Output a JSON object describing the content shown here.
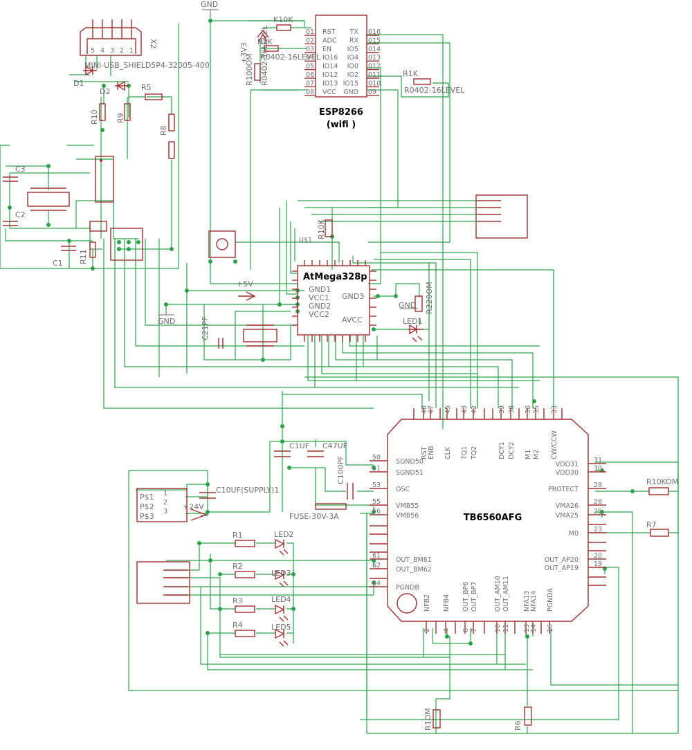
{
  "esp": {
    "name": "ESP8266",
    "sub": "(wifi )",
    "left_pins": [
      "RST",
      "ADC",
      "EN",
      "IO16",
      "IO14",
      "IO12",
      "IO13",
      "VCC"
    ],
    "left_nums": [
      "01",
      "02",
      "03",
      "04",
      "05",
      "06",
      "07",
      "08"
    ],
    "right_pins": [
      "TX",
      "RX",
      "IO5",
      "IO4",
      "IO0",
      "IO2",
      "IO15",
      "GND"
    ],
    "right_nums": [
      "016",
      "015",
      "014",
      "013",
      "012",
      "011",
      "010",
      "09"
    ]
  },
  "atmega": {
    "name": "AtMega328p",
    "tag": "U$1",
    "left_pins": [
      "GND1",
      "VCC1",
      "GND2",
      "VCC2"
    ],
    "right_pins": [
      "GND3",
      "AVCC"
    ]
  },
  "tb": {
    "name": "TB6560AFG",
    "top_nums": [
      "48",
      "47",
      "45",
      "43",
      "42",
      "39",
      "38",
      "36",
      "35",
      "33"
    ],
    "top_pins": [
      "RST",
      "ENB",
      "CLK",
      "TQ1",
      "TQ2",
      "DCY1",
      "DCY2",
      "M1",
      "M2",
      "CW/CCW"
    ],
    "left_pins": [
      "SGND50",
      "SGND51",
      "OSC",
      "VMB55",
      "VMB56",
      "OUT_BM61",
      "OUT_BM62",
      "PGNDB"
    ],
    "left_nums": [
      "50",
      "51",
      "53",
      "55",
      "56",
      "61",
      "62",
      "64"
    ],
    "right_pins": [
      "VDD31",
      "VDD30",
      "PROTECT",
      "VMA26",
      "VMA25",
      "M0",
      "OUT_AP20",
      "OUT_AP19"
    ],
    "right_nums": [
      "31",
      "30",
      "28",
      "26",
      "25",
      "23",
      "20",
      "19"
    ],
    "bottom_pins": [
      "NFB2",
      "NFB4",
      "OUT_BP6",
      "OUT_BP7",
      "OUT_AM10",
      "OUT_AM11",
      "NFA13",
      "NFA14",
      "PGNDA"
    ],
    "bottom_nums": [
      "2",
      "4",
      "6",
      "7",
      "10",
      "11",
      "13",
      "14",
      "16"
    ]
  },
  "usb": {
    "name": "X2",
    "part": "MINI-USB_SHIELD5P4-32005-400",
    "pins": [
      "5",
      "4",
      "3",
      "2",
      "1"
    ]
  },
  "labels": {
    "gnd_top": "GND",
    "gnd_mid": "GND",
    "gnd_right": "GND",
    "v33": "+3V3",
    "v5": "+5V",
    "v24": "+24V",
    "k10k": "K10K",
    "r1k_a": "R1K",
    "r0402_a": "R0402-16LEVEL",
    "r100om": "R100OM",
    "r0402_b": "R0402-16LEVEL",
    "r1k_b": "R1K",
    "r0402_c": "R0402-16LEVEL",
    "d1": "D1",
    "d2": "D2",
    "r5": "R5",
    "r10": "R10",
    "r9": "R9",
    "r8": "R8",
    "c3": "C3",
    "c2": "C2",
    "c1": "C1",
    "r11": "R11",
    "r10k": "R10K",
    "c21": "C21PF",
    "r220": "R220OM",
    "led1": "LED1",
    "c1uf": "C1UF",
    "c47uf": "C47UF",
    "c100pf": "C100PF",
    "c10uf": "C10UF(SUPPLY)1",
    "p1": "P$1",
    "p2": "P$2",
    "p3": "P$3",
    "n1": "1",
    "n2": "2",
    "n3": "3",
    "fuse": "FUSE-30V-3A",
    "r1": "R1",
    "r2": "R2",
    "r3": "R3",
    "r4": "R4",
    "led2": "LED2",
    "led3": "LED3",
    "led4": "LED4",
    "led5": "LED5",
    "r10kom": "R10KOM",
    "r7": "R7",
    "r1om": "R1OM",
    "r6": "R6"
  }
}
